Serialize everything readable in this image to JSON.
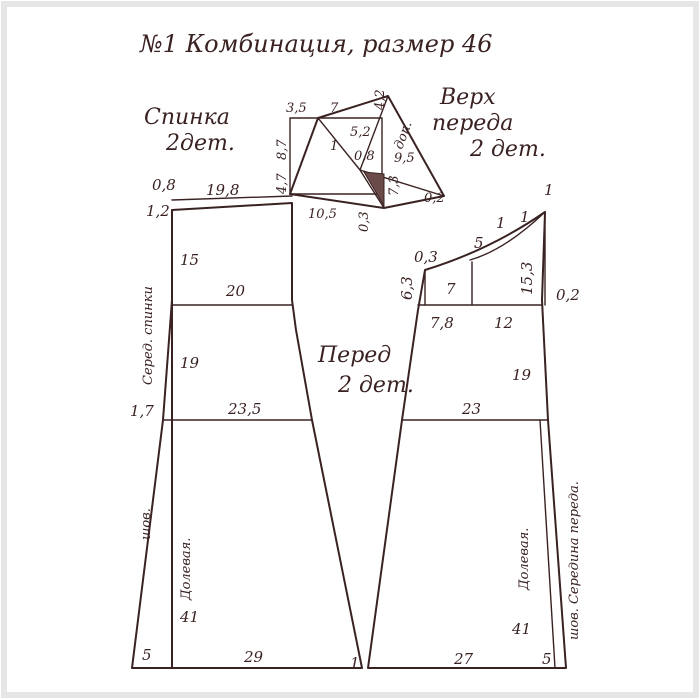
{
  "title": "№1 Комбинация, размер 46",
  "labels": {
    "back": "Спинка",
    "back_count": "2дет.",
    "front_top": "Верх",
    "front_top2": "переда",
    "front_top_count": "2 дет.",
    "front": "Перед",
    "front_count": "2 дет.",
    "back_center": "Серед. спинки",
    "shov_left": "шов.",
    "dolevaya_left": "Долевая.",
    "dolevaya_right": "Долевая.",
    "shov_right": "шов. Середина переда.",
    "dop": "доп."
  },
  "measures": {
    "b_08": "0,8",
    "b_198": "19,8",
    "b_12": "1,2",
    "b_15": "15",
    "b_20": "20",
    "b_19": "19",
    "b_17": "1,7",
    "b_235": "23,5",
    "b_41": "41",
    "b_5": "5",
    "b_29": "29",
    "t_35": "3,5",
    "t_7": "7",
    "t_42": "4,2",
    "t_87": "8,7",
    "t_1": "1",
    "t_52": "5,2",
    "t_95": "9,5",
    "t_08": "0,8",
    "t_47": "4,7",
    "t_73": "7,3",
    "t_02": "0,2",
    "t_105": "10,5",
    "t_03": "0,3",
    "f_1": "1",
    "f_5": "5",
    "f_1b": "1",
    "f_1c": "1",
    "f_03": "0,3",
    "f_63": "6,3",
    "f_7": "7",
    "f_153": "15,3",
    "f_02": "0,2",
    "f_78": "7,8",
    "f_12": "12",
    "f_19": "19",
    "f_23": "23",
    "f_41": "41",
    "f_27": "27",
    "f_5b": "5",
    "f_1d": "1"
  }
}
